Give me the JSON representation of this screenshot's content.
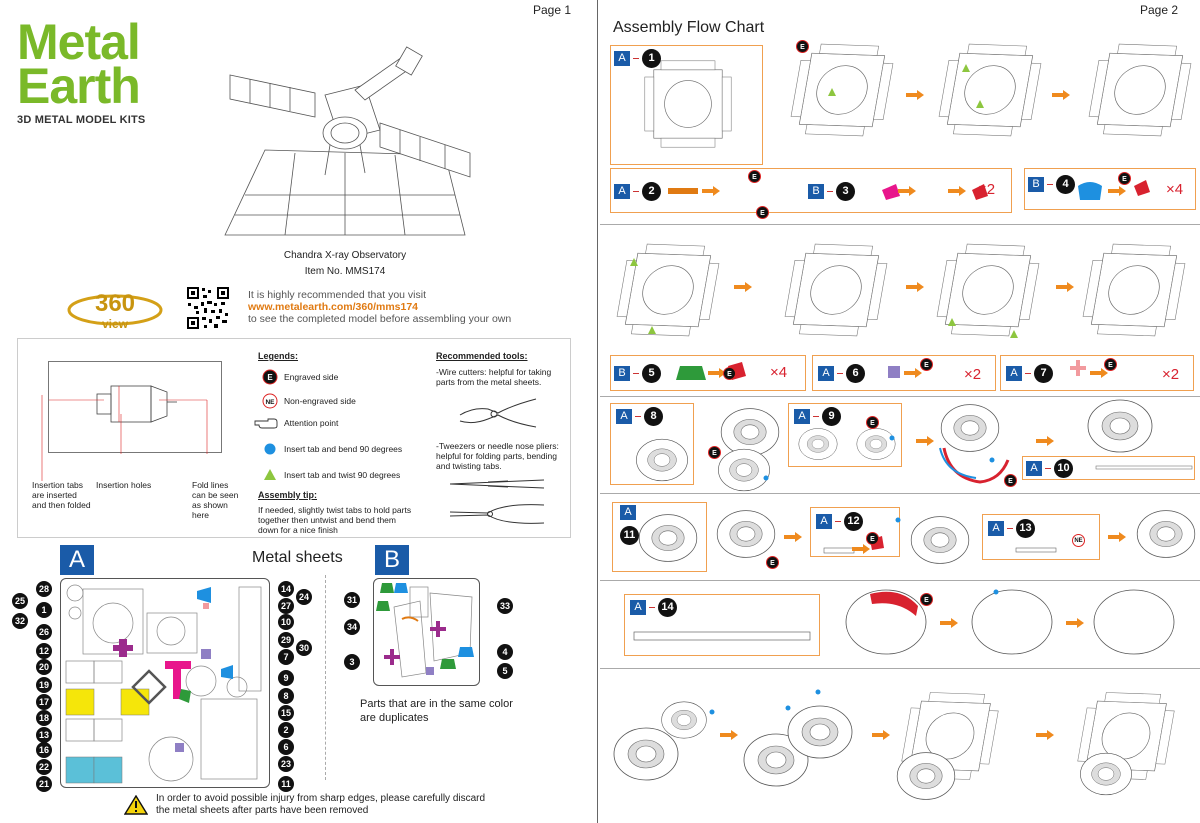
{
  "page1": {
    "page_label": "Page 1",
    "logo": {
      "line1": "Metal",
      "line2": "Earth",
      "tagline": "3D METAL MODEL KITS"
    },
    "product": {
      "name": "Chandra X-ray Observatory",
      "item": "Item  No.  MMS174"
    },
    "view360": {
      "number": "360",
      "word": "view"
    },
    "recommend": {
      "line1": "It is highly recommended that you visit",
      "url": "www.metalearth.com/360/mms174",
      "line3": "to see the completed model before assembling your own"
    },
    "diagram_captions": {
      "tabs": "Insertion tabs are inserted and then folded",
      "holes": "Insertion holes",
      "fold": "Fold lines can be seen as shown here"
    },
    "legends": {
      "title": "Legends:",
      "engraved": "Engraved side",
      "non_engraved": "Non-engraved side",
      "attention": "Attention point",
      "bend90": "Insert tab and bend 90 degrees",
      "twist90": "Insert tab and twist 90 degrees",
      "e_symbol": "E",
      "ne_symbol": "NE"
    },
    "assembly_tip": {
      "title": "Assembly tip:",
      "text": "If needed, slightly twist tabs to hold parts together then untwist and bend them down for a nice finish"
    },
    "tools": {
      "title": "Recommended tools:",
      "wire": "-Wire cutters: helpful for taking parts from the metal sheets.",
      "tweezers": "-Tweezers or needle nose pliers: helpful for folding parts, bending and twisting tabs."
    },
    "sheets": {
      "title": "Metal sheets",
      "a_label": "A",
      "b_label": "B",
      "a_left_numbers": [
        "28",
        "25",
        "1",
        "32",
        "26",
        "12",
        "20",
        "19",
        "17",
        "18",
        "13",
        "16",
        "22",
        "21"
      ],
      "a_right_numbers": [
        "14",
        "24",
        "27",
        "10",
        "29",
        "30",
        "7",
        "9",
        "8",
        "15",
        "2",
        "6",
        "23",
        "11"
      ],
      "b_numbers": [
        "31",
        "34",
        "3",
        "33",
        "4",
        "5"
      ],
      "duplicates_note": "Parts that are in the same color are duplicates",
      "warning": "In order to avoid possible injury from sharp edges, please carefully discard the metal sheets after parts have been removed"
    },
    "colors": {
      "logo_green": "#7ab929",
      "url_orange": "#e07a12",
      "badge_blue": "#1a5ba8"
    }
  },
  "page2": {
    "page_label": "Page 2",
    "title": "Assembly Flow Chart",
    "steps": [
      {
        "sheet": "A",
        "num": "1"
      },
      {
        "sheet": "A",
        "num": "2"
      },
      {
        "sheet": "B",
        "num": "3",
        "mult": "×2"
      },
      {
        "sheet": "B",
        "num": "4",
        "mult": "×4"
      },
      {
        "sheet": "B",
        "num": "5",
        "mult": "×4"
      },
      {
        "sheet": "A",
        "num": "6",
        "mult": "×2"
      },
      {
        "sheet": "A",
        "num": "7",
        "mult": "×2"
      },
      {
        "sheet": "A",
        "num": "8"
      },
      {
        "sheet": "A",
        "num": "9"
      },
      {
        "sheet": "A",
        "num": "10"
      },
      {
        "sheet": "A",
        "num": "11"
      },
      {
        "sheet": "A",
        "num": "12"
      },
      {
        "sheet": "A",
        "num": "13"
      },
      {
        "sheet": "A",
        "num": "14"
      }
    ],
    "marks": {
      "e": "E",
      "ne": "NE"
    },
    "colors": {
      "arrow_orange": "#ef8a1e",
      "box_orange": "#f0a050",
      "multiplier_red": "#d8222f"
    }
  }
}
